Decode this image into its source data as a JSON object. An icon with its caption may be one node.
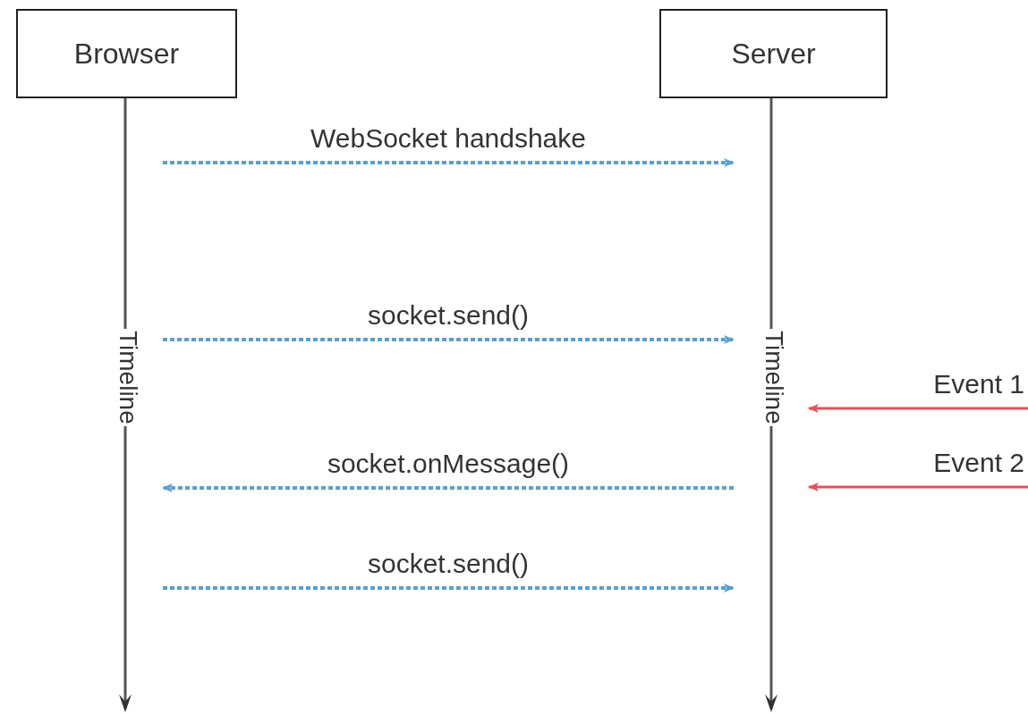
{
  "diagram": {
    "nodes": [
      {
        "text": [
          "Browser"
        ]
      },
      {
        "text": [
          "Server"
        ]
      },
      {
        "text": [
          "Timeline"
        ]
      },
      {
        "text": [
          "Timeline"
        ]
      }
    ],
    "edges": [
      {
        "from": 2,
        "to": 3,
        "arrow": "to",
        "label": "WebSocket handshake",
        "style": "dashed"
      },
      {
        "from": 2,
        "to": 3,
        "arrow": "to",
        "label": "socket.send()",
        "style": "dashed"
      },
      {
        "from": null,
        "to": 3,
        "arrow": "to",
        "label": "Event 1",
        "color": "#e8505a"
      },
      {
        "from": 3,
        "to": 2,
        "arrow": "to",
        "label": "socket.onMessage()",
        "style": "dashed"
      },
      {
        "from": null,
        "to": 3,
        "arrow": "to",
        "label": "Event 2",
        "color": "#e8505a"
      },
      {
        "from": 2,
        "to": 3,
        "arrow": "to",
        "label": "socket.send()",
        "style": "dashed"
      }
    ]
  }
}
